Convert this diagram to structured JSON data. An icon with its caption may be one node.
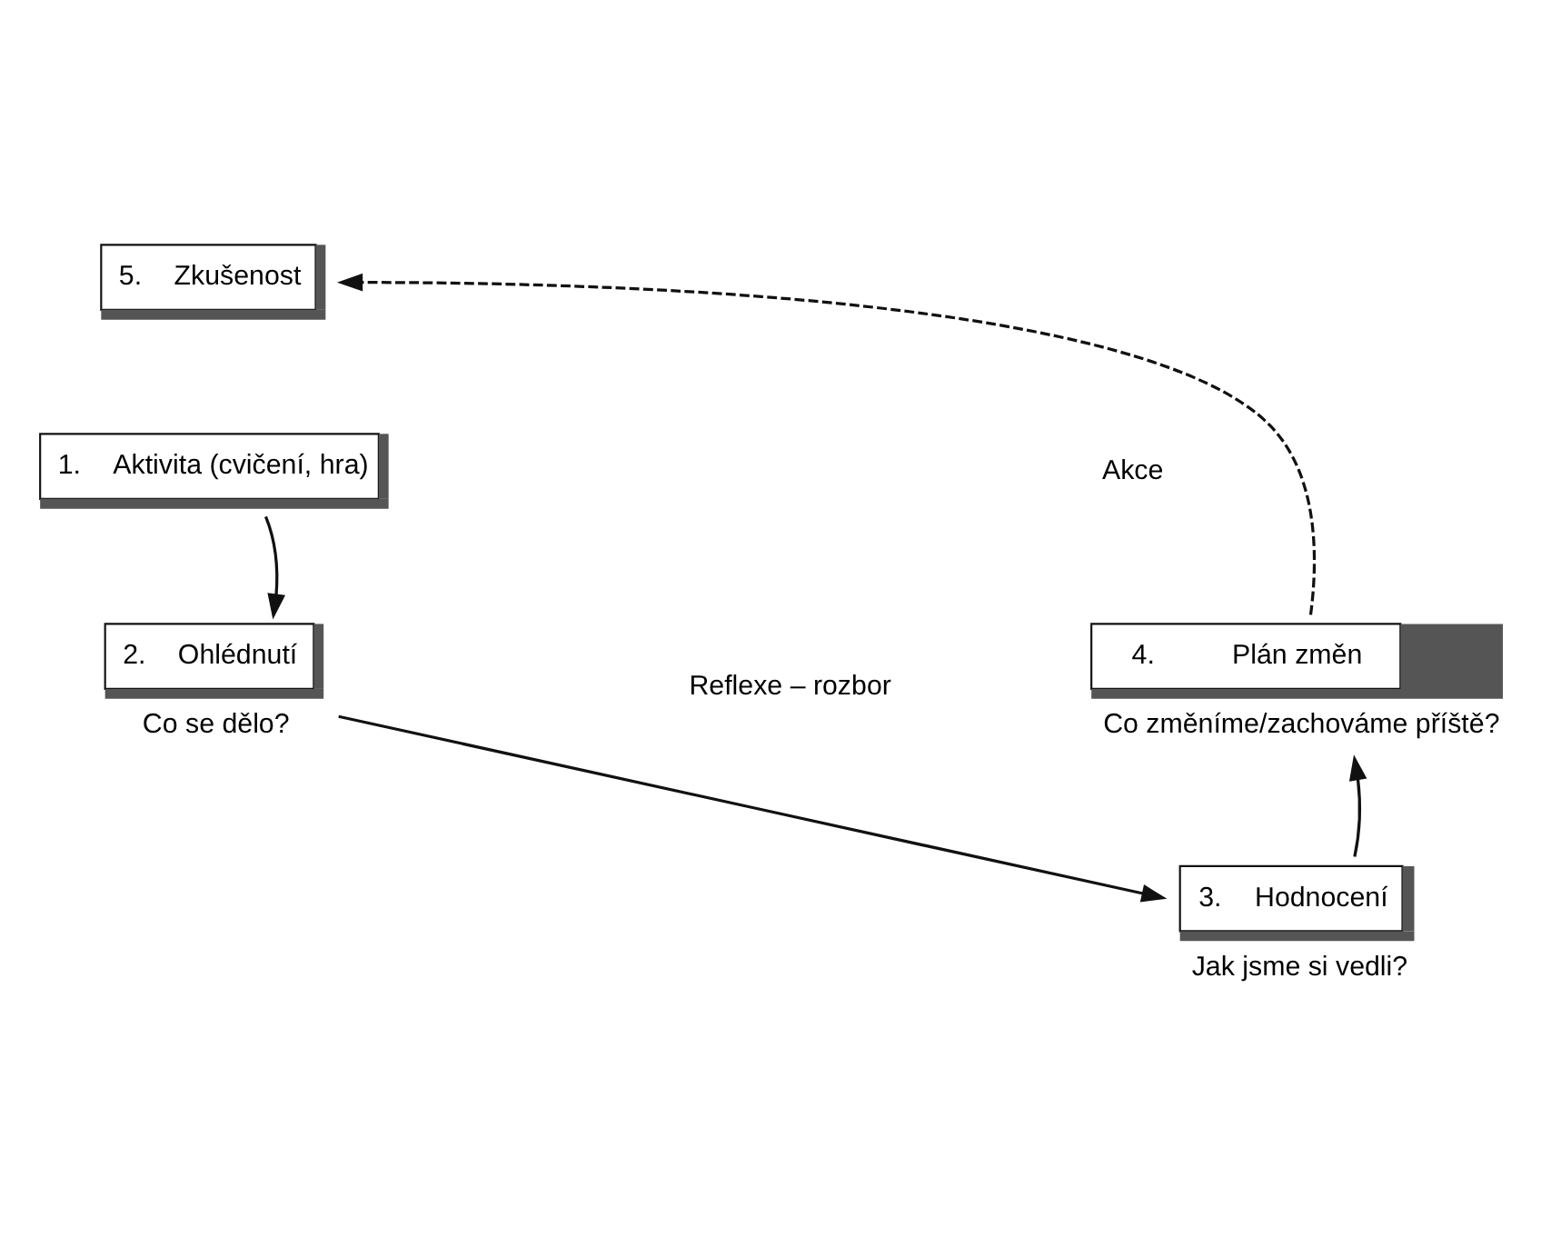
{
  "diagram": {
    "nodes": [
      {
        "text": [
          "5.",
          "Zkušenost"
        ]
      },
      {
        "text": [
          "1.",
          "Aktivita (cvičení, hra)"
        ]
      },
      {
        "text": [
          "4.",
          "Plán změn"
        ],
        "beside": [
          "Co změníme/zachováme příště?"
        ]
      },
      {
        "text": [
          "2.",
          "Ohlédnutí"
        ],
        "beside": [
          "Co se dělo?"
        ]
      },
      {
        "text": [
          "3.",
          "Hodnocení"
        ],
        "beside": [
          "Jak jsme si vedli?"
        ]
      }
    ],
    "edges": [
      {
        "from": 1,
        "to": 3,
        "arrow": "to"
      },
      {
        "from": 3,
        "to": 4,
        "arrow": "to"
      },
      {
        "from": 4,
        "to": 2,
        "arrow": "to"
      },
      {
        "from": 2,
        "to": 0,
        "arrow": "to",
        "style": "dashed"
      }
    ],
    "labels": [
      "Akce",
      "Reflexe – rozbor"
    ]
  }
}
